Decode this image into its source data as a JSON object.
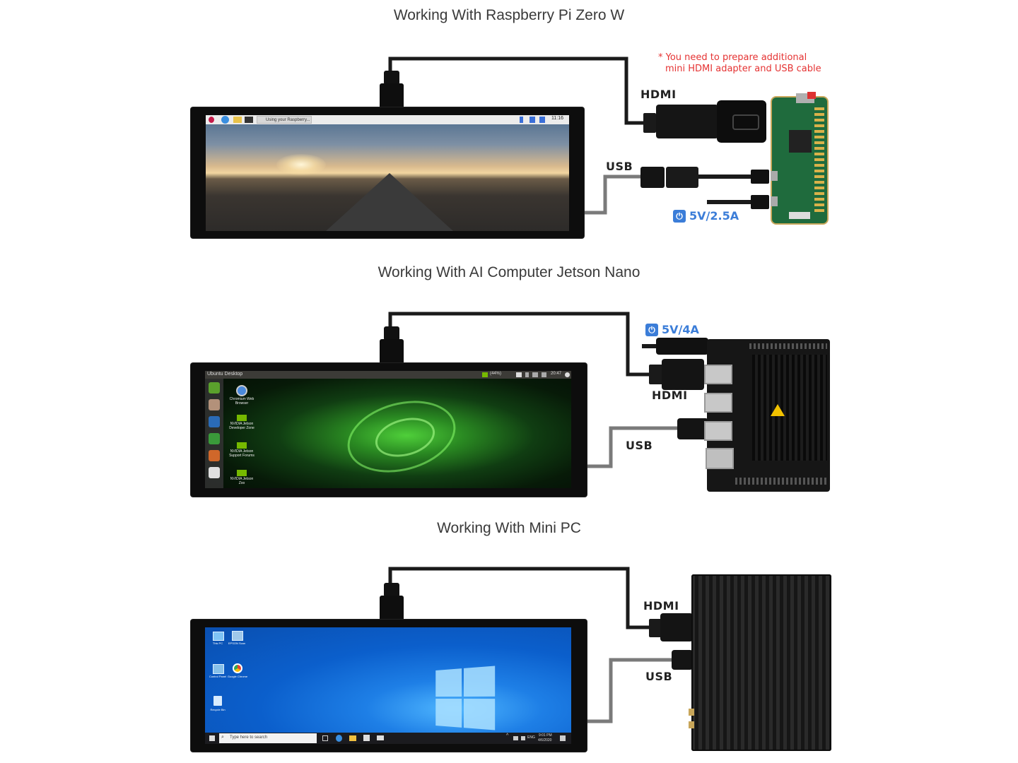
{
  "sections": [
    {
      "title": "Working With Raspberry Pi Zero W",
      "hdmi_label": "HDMI",
      "usb_label": "USB",
      "power": "5V/2.5A",
      "note_line1": "* You need to prepare additional",
      "note_line2": "mini HDMI adapter and USB cable",
      "screen": {
        "taskbar_tab": "Using your Raspberry...",
        "clock": "11:16"
      }
    },
    {
      "title": "Working With AI Computer Jetson Nano",
      "hdmi_label": "HDMI",
      "usb_label": "USB",
      "power": "5V/4A",
      "screen": {
        "window_title": "Ubuntu Desktop",
        "battery": "(44%)",
        "clock": "20:47",
        "icons": [
          "Chromium Web Browser",
          "NVIDIA Jetson Developer Zone",
          "NVIDIA Jetson Support Forums",
          "NVIDIA Jetson Zoo"
        ]
      }
    },
    {
      "title": "Working With Mini PC",
      "hdmi_label": "HDMI",
      "usb_label": "USB",
      "screen": {
        "search_placeholder": "Type here to search",
        "clock": "9:01 PM",
        "date": "4/6/2020",
        "lang": "ENG",
        "icons": [
          "This PC",
          "EPSON Scan",
          "Control Panel",
          "Google Chrome",
          "Recycle Bin"
        ]
      }
    }
  ],
  "colors": {
    "power_blue": "#3b7dd8",
    "note_red": "#e53333",
    "cable": "#1a1a1a",
    "usb_cable": "#888888"
  }
}
